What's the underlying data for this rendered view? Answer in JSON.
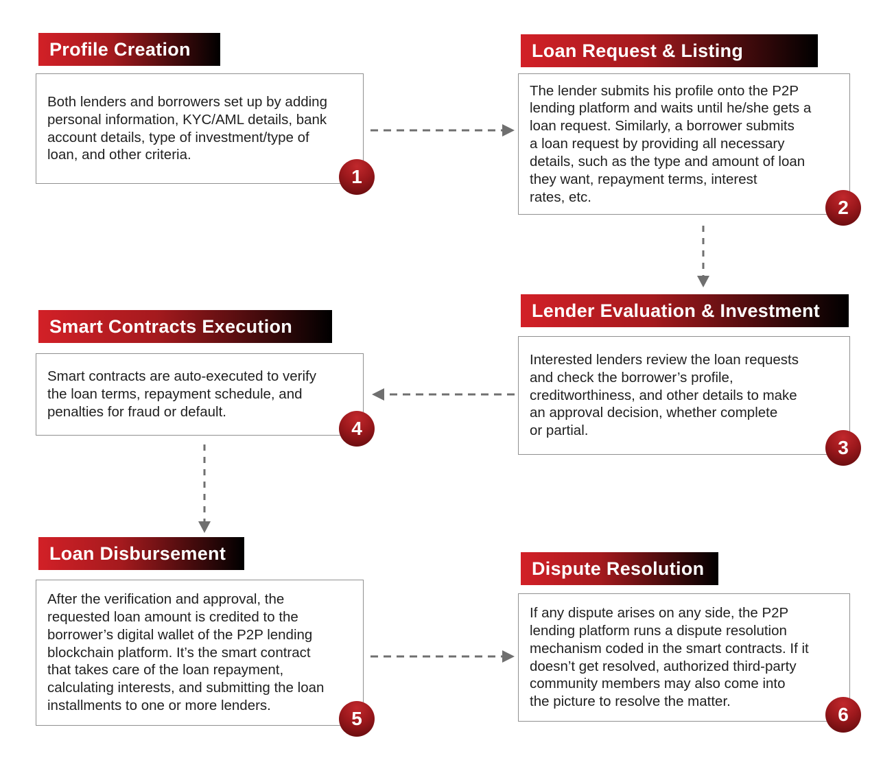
{
  "diagram": {
    "title_semantic": "P2P lending blockchain platform process flow",
    "steps": [
      {
        "number": "1",
        "title": "Profile Creation",
        "text": "Both lenders and borrowers set up by adding\npersonal information, KYC/AML details, bank\naccount details, type of investment/type of\nloan, and other criteria."
      },
      {
        "number": "2",
        "title": "Loan Request & Listing",
        "text": "The lender submits his profile onto the P2P\nlending platform and waits until he/she gets a\nloan request. Similarly, a borrower submits\na loan request by providing all necessary\ndetails, such as the type and amount of loan\nthey want, repayment terms, interest\nrates, etc."
      },
      {
        "number": "3",
        "title": "Lender Evaluation & Investment",
        "text": "Interested lenders review the loan requests\nand check the borrower’s profile,\ncreditworthiness, and other details to make\nan approval decision, whether complete\nor partial."
      },
      {
        "number": "4",
        "title": "Smart Contracts Execution",
        "text": "Smart contracts are auto-executed to verify\nthe loan terms, repayment schedule, and\npenalties for fraud or default."
      },
      {
        "number": "5",
        "title": "Loan Disbursement",
        "text": "After the verification and approval, the\nrequested loan amount is credited to the\nborrower’s digital wallet of the P2P lending\nblockchain platform. It’s the smart contract\nthat takes care of the loan repayment,\ncalculating interests, and submitting the loan\ninstallments to one or more lenders."
      },
      {
        "number": "6",
        "title": "Dispute Resolution",
        "text": "If any dispute arises on any side, the P2P\nlending platform runs a dispute resolution\nmechanism coded in the smart contracts. If it\ndoesn’t get resolved, authorized third-party\ncommunity members may also come into\nthe picture to resolve the matter."
      }
    ],
    "arrows": [
      {
        "from": "Profile Creation",
        "to": "Loan Request & Listing",
        "direction": "right",
        "style": "dashed"
      },
      {
        "from": "Loan Request & Listing",
        "to": "Lender Evaluation & Investment",
        "direction": "down",
        "style": "dashed"
      },
      {
        "from": "Lender Evaluation & Investment",
        "to": "Smart Contracts Execution",
        "direction": "left",
        "style": "dashed"
      },
      {
        "from": "Smart Contracts Execution",
        "to": "Loan Disbursement",
        "direction": "down",
        "style": "dashed"
      },
      {
        "from": "Loan Disbursement",
        "to": "Dispute Resolution",
        "direction": "right",
        "style": "dashed"
      }
    ],
    "colors": {
      "header_gradient_start": "#d22027",
      "header_gradient_mid": "#a51a1e",
      "header_gradient_end": "#000000",
      "badge_top": "#c1282c",
      "badge_mid": "#9c181c",
      "badge_bottom": "#5a0a0c",
      "arrow": "#6f6f6f",
      "box_border": "#8f8f8f",
      "body_text": "#1f1f1f",
      "title_text": "#ffffff",
      "background": "#ffffff"
    }
  }
}
